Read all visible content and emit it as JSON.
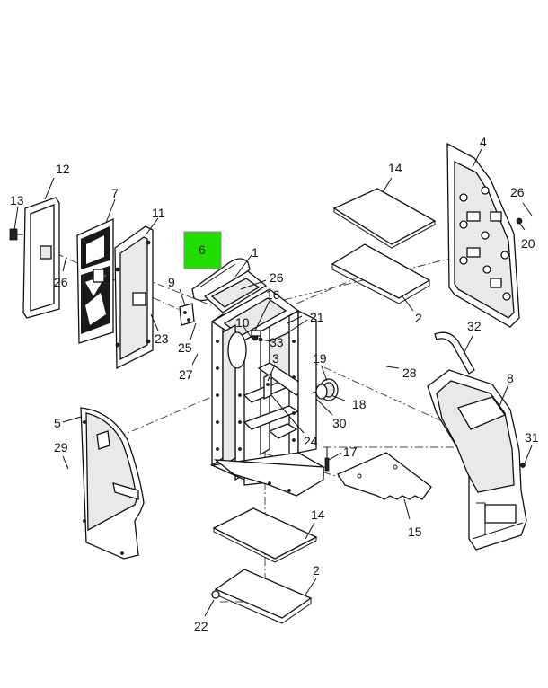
{
  "highlight_color": "#22dd00",
  "callouts": {
    "c6": "6",
    "c1": "1",
    "c26a": "26",
    "c16": "16",
    "c21": "21",
    "c10": "10",
    "c33": "33",
    "c3": "3",
    "c9": "9",
    "c25": "25",
    "c27": "27",
    "c12": "12",
    "c13": "13",
    "c7": "7",
    "c11": "11",
    "c26b": "26",
    "c23": "23",
    "c14a": "14",
    "c2a": "2",
    "c4": "4",
    "c26c": "26",
    "c20": "20",
    "c19": "19",
    "c28": "28",
    "c18": "18",
    "c30": "30",
    "c24": "24",
    "c32": "32",
    "c8": "8",
    "c31": "31",
    "c5": "5",
    "c29": "29",
    "c17": "17",
    "c15": "15",
    "c14b": "14",
    "c2b": "2",
    "c22": "22"
  }
}
